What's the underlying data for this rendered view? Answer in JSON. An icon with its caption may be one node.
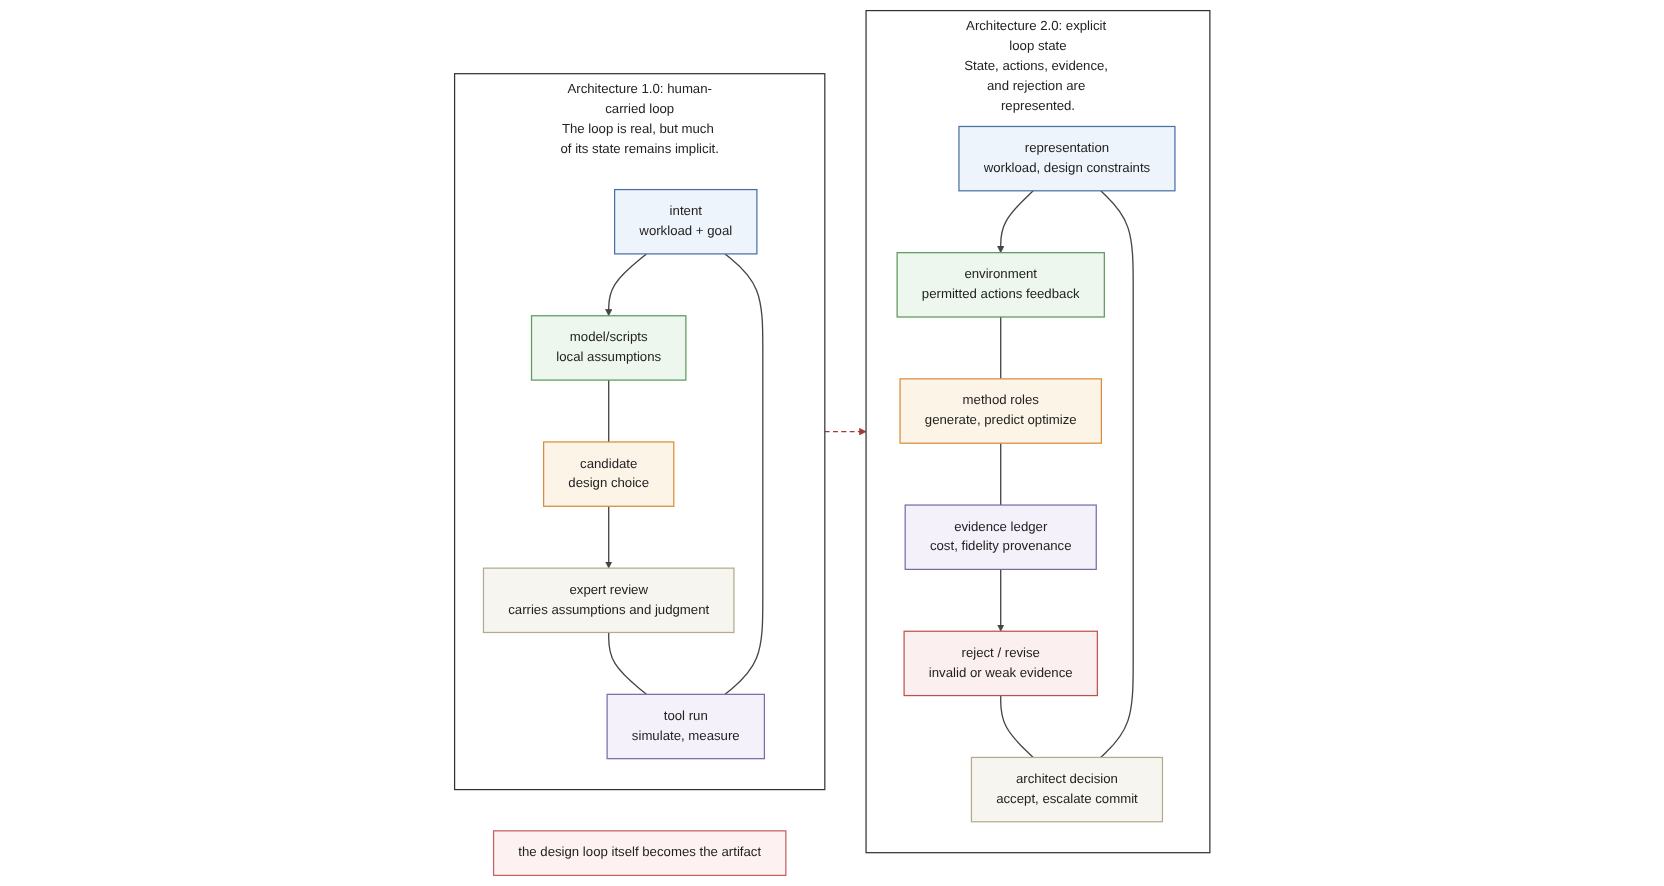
{
  "diagram": {
    "nodes": [
      {
        "text": [
          "Architecture 1.0: human-carried loop",
          "The loop is real, but much of its state remains implicit."
        ]
      },
      {
        "text": [
          "intent",
          "workload + goal"
        ],
        "in": 0
      },
      {
        "text": [
          "model/scripts",
          "local assumptions"
        ],
        "in": 0
      },
      {
        "text": [
          "tool run",
          "simulate, measure"
        ],
        "in": 0
      },
      {
        "text": [
          "candidate",
          "design choice"
        ],
        "in": 0
      },
      {
        "text": [
          "expert review",
          "carries assumptions and judgment"
        ],
        "in": 0
      },
      {
        "text": [
          "Architecture 2.0: explicit loop state",
          "State, actions, evidence, and rejection are represented."
        ]
      },
      {
        "text": [
          "representation",
          "workload, design constraints"
        ],
        "in": 6
      },
      {
        "text": [
          "environment",
          "permitted actions feedback"
        ],
        "in": 6
      },
      {
        "text": [
          "architect decision",
          "accept, escalate commit"
        ],
        "in": 6
      },
      {
        "text": [
          "method roles",
          "generate, predict optimize"
        ],
        "in": 6
      },
      {
        "text": [
          "reject / revise",
          "invalid or weak evidence"
        ],
        "in": 6
      },
      {
        "text": [
          "evidence ledger",
          "cost, fidelity provenance"
        ],
        "in": 6
      },
      {
        "text": [
          "the design loop itself becomes the artifact"
        ]
      }
    ],
    "edges": [
      {
        "from": 1,
        "to": 2,
        "arrow": "to"
      },
      {
        "from": 2,
        "to": 4,
        "arrow": "none"
      },
      {
        "from": 4,
        "to": 5,
        "arrow": "to"
      },
      {
        "from": 5,
        "to": 3,
        "arrow": "none"
      },
      {
        "from": 3,
        "to": 1,
        "arrow": "none"
      },
      {
        "from": 7,
        "to": 8,
        "arrow": "to"
      },
      {
        "from": 8,
        "to": 10,
        "arrow": "none"
      },
      {
        "from": 10,
        "to": 12,
        "arrow": "none"
      },
      {
        "from": 12,
        "to": 11,
        "arrow": "to"
      },
      {
        "from": 11,
        "to": 9,
        "arrow": "none"
      },
      {
        "from": 9,
        "to": 7,
        "arrow": "none"
      },
      {
        "from": 0,
        "to": 6,
        "arrow": "to",
        "style": "dashed",
        "color": "#a33a3a"
      }
    ]
  }
}
